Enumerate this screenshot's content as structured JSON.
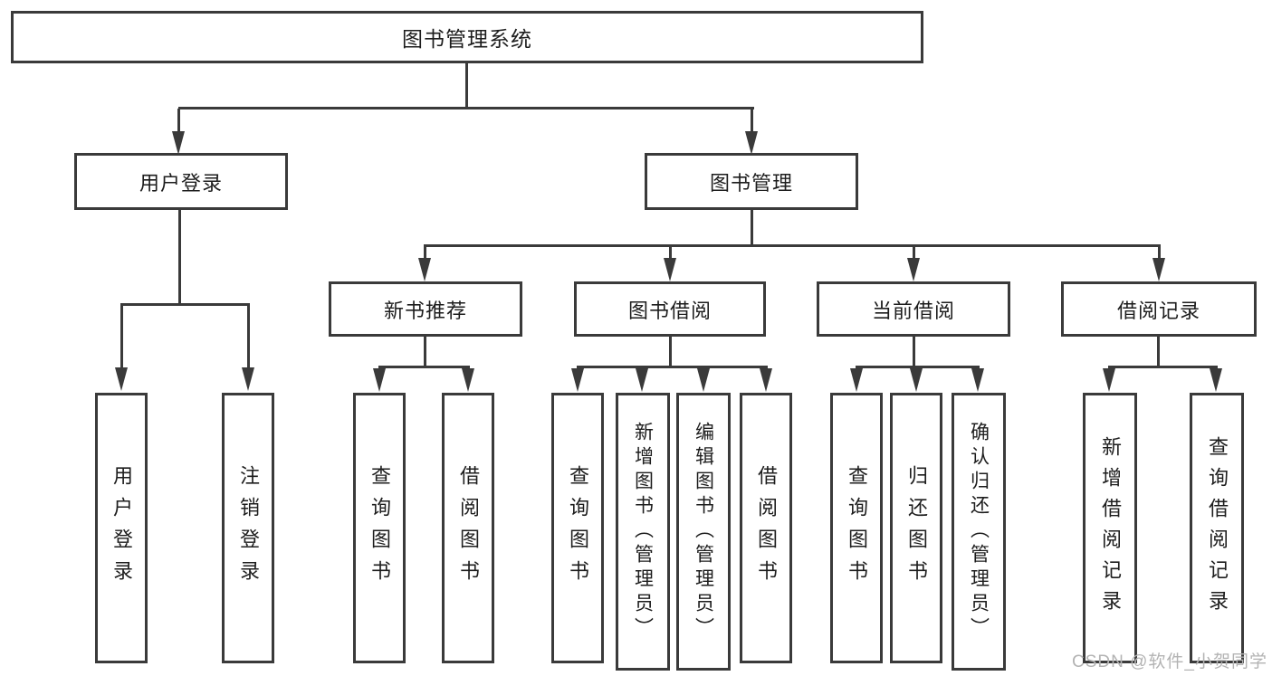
{
  "colors": {
    "line": "#3a3a3a",
    "text": "#1d1d1d",
    "watermark": "#b3b3b3",
    "background": "#ffffff"
  },
  "tree": {
    "root": "图书管理系统",
    "children": [
      {
        "label": "用户登录",
        "children": [
          {
            "label": "用户登录"
          },
          {
            "label": "注销登录"
          }
        ]
      },
      {
        "label": "图书管理",
        "children": [
          {
            "label": "新书推荐",
            "children": [
              {
                "label": "查询图书"
              },
              {
                "label": "借阅图书"
              }
            ]
          },
          {
            "label": "图书借阅",
            "children": [
              {
                "label": "查询图书"
              },
              {
                "label": "新增图书（管理员）"
              },
              {
                "label": "编辑图书（管理员）"
              },
              {
                "label": "借阅图书"
              }
            ]
          },
          {
            "label": "当前借阅",
            "children": [
              {
                "label": "查询图书"
              },
              {
                "label": "归还图书"
              },
              {
                "label": "确认归还（管理员）"
              }
            ]
          },
          {
            "label": "借阅记录",
            "children": [
              {
                "label": "新增借阅记录"
              },
              {
                "label": "查询借阅记录"
              }
            ]
          }
        ]
      }
    ]
  },
  "watermark": "CSDN @软件_小贺同学"
}
